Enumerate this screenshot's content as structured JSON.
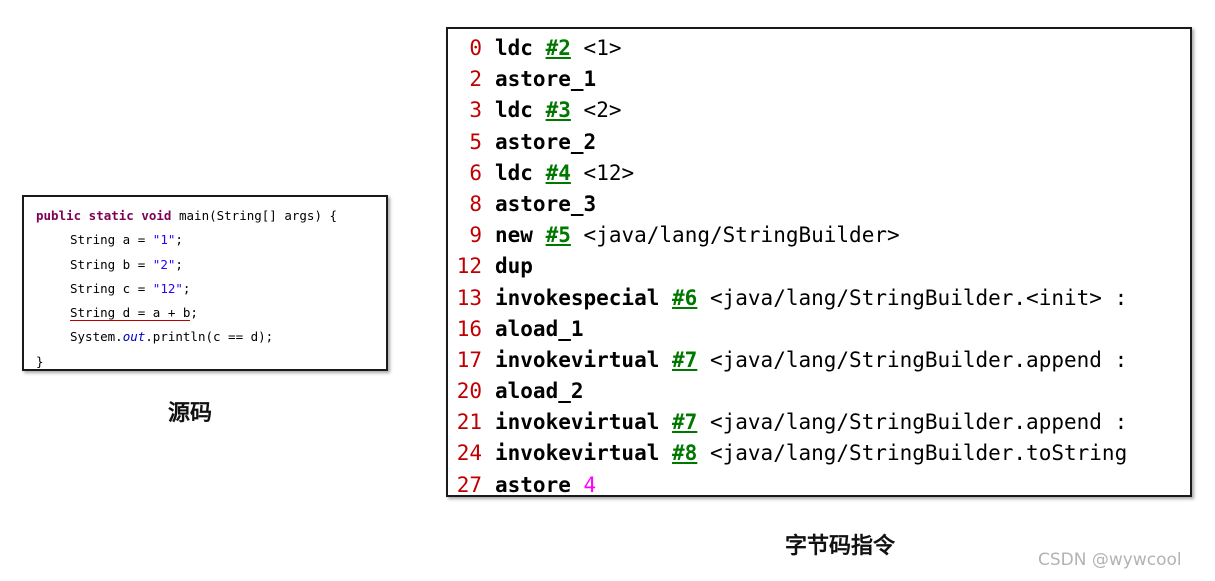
{
  "source": {
    "caption": "源码",
    "lines": [
      {
        "kw": "public static void",
        "rest": " main(String[] args) {"
      },
      {
        "pre": "String a = ",
        "str": "\"1\"",
        "post": ";"
      },
      {
        "pre": "String b = ",
        "str": "\"2\"",
        "post": ";"
      },
      {
        "pre": "String c = ",
        "str": "\"12\"",
        "post": ";"
      },
      {
        "pre": "String d = a + b",
        "post": ";"
      },
      {
        "pre": "System.",
        "field": "out",
        "post": ".println(c == d);"
      },
      {
        "rest": "}"
      }
    ]
  },
  "bytecode": {
    "caption": "字节码指令",
    "lines": [
      {
        "offset": "0",
        "op": "ldc",
        "ref": "#2",
        "arg": "<1>"
      },
      {
        "offset": "2",
        "op": "astore_1"
      },
      {
        "offset": "3",
        "op": "ldc",
        "ref": "#3",
        "arg": "<2>"
      },
      {
        "offset": "5",
        "op": "astore_2"
      },
      {
        "offset": "6",
        "op": "ldc",
        "ref": "#4",
        "arg": "<12>"
      },
      {
        "offset": "8",
        "op": "astore_3"
      },
      {
        "offset": "9",
        "op": "new",
        "ref": "#5",
        "arg": "<java/lang/StringBuilder>"
      },
      {
        "offset": "12",
        "op": "dup"
      },
      {
        "offset": "13",
        "op": "invokespecial",
        "ref": "#6",
        "arg": "<java/lang/StringBuilder.<init> :"
      },
      {
        "offset": "16",
        "op": "aload_1"
      },
      {
        "offset": "17",
        "op": "invokevirtual",
        "ref": "#7",
        "arg": "<java/lang/StringBuilder.append :"
      },
      {
        "offset": "20",
        "op": "aload_2"
      },
      {
        "offset": "21",
        "op": "invokevirtual",
        "ref": "#7",
        "arg": "<java/lang/StringBuilder.append :"
      },
      {
        "offset": "24",
        "op": "invokevirtual",
        "ref": "#8",
        "arg": "<java/lang/StringBuilder.toString"
      },
      {
        "offset": "27",
        "op": "astore",
        "local": "4"
      }
    ]
  },
  "watermark": "CSDN @wywcool",
  "colors": {
    "offset": "#c00000",
    "constant_ref": "#007800",
    "local_index": "#ff00ff",
    "keyword": "#7f0055",
    "string_literal": "#2a00ff",
    "field": "#0000c0"
  }
}
